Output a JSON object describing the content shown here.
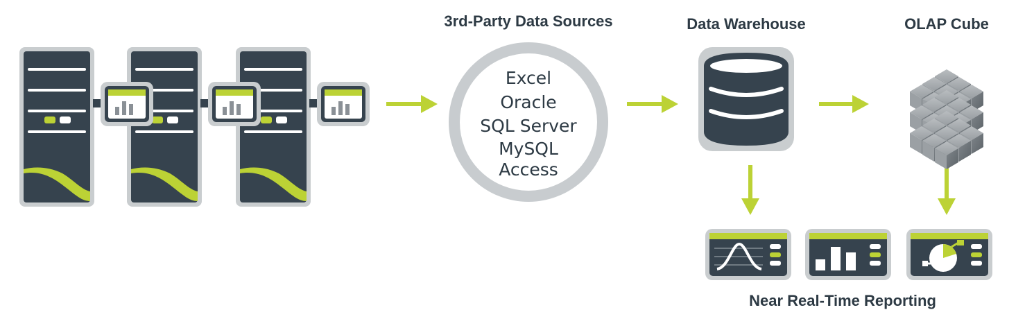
{
  "diagram": {
    "colors": {
      "dark": "#36434e",
      "frame": "#c9cdcf",
      "accent": "#bcd235",
      "ring": "#c8cccf",
      "white": "#ffffff",
      "cube": "#8a8f93"
    },
    "sources": {
      "title": "3rd-Party Data Sources",
      "items": [
        "Excel",
        "Oracle",
        "SQL Server",
        "MySQL",
        "Access"
      ]
    },
    "warehouse": {
      "title": "Data Warehouse",
      "icon": "database-icon"
    },
    "olap": {
      "title": "OLAP Cube",
      "icon": "cube-icon"
    },
    "reporting": {
      "title": "Near Real-Time Reporting",
      "dashboards": [
        "line-chart-dashboard-icon",
        "bar-chart-dashboard-icon",
        "pie-chart-dashboard-icon"
      ]
    },
    "servers": {
      "count": 3,
      "icon": "server-icon"
    }
  }
}
